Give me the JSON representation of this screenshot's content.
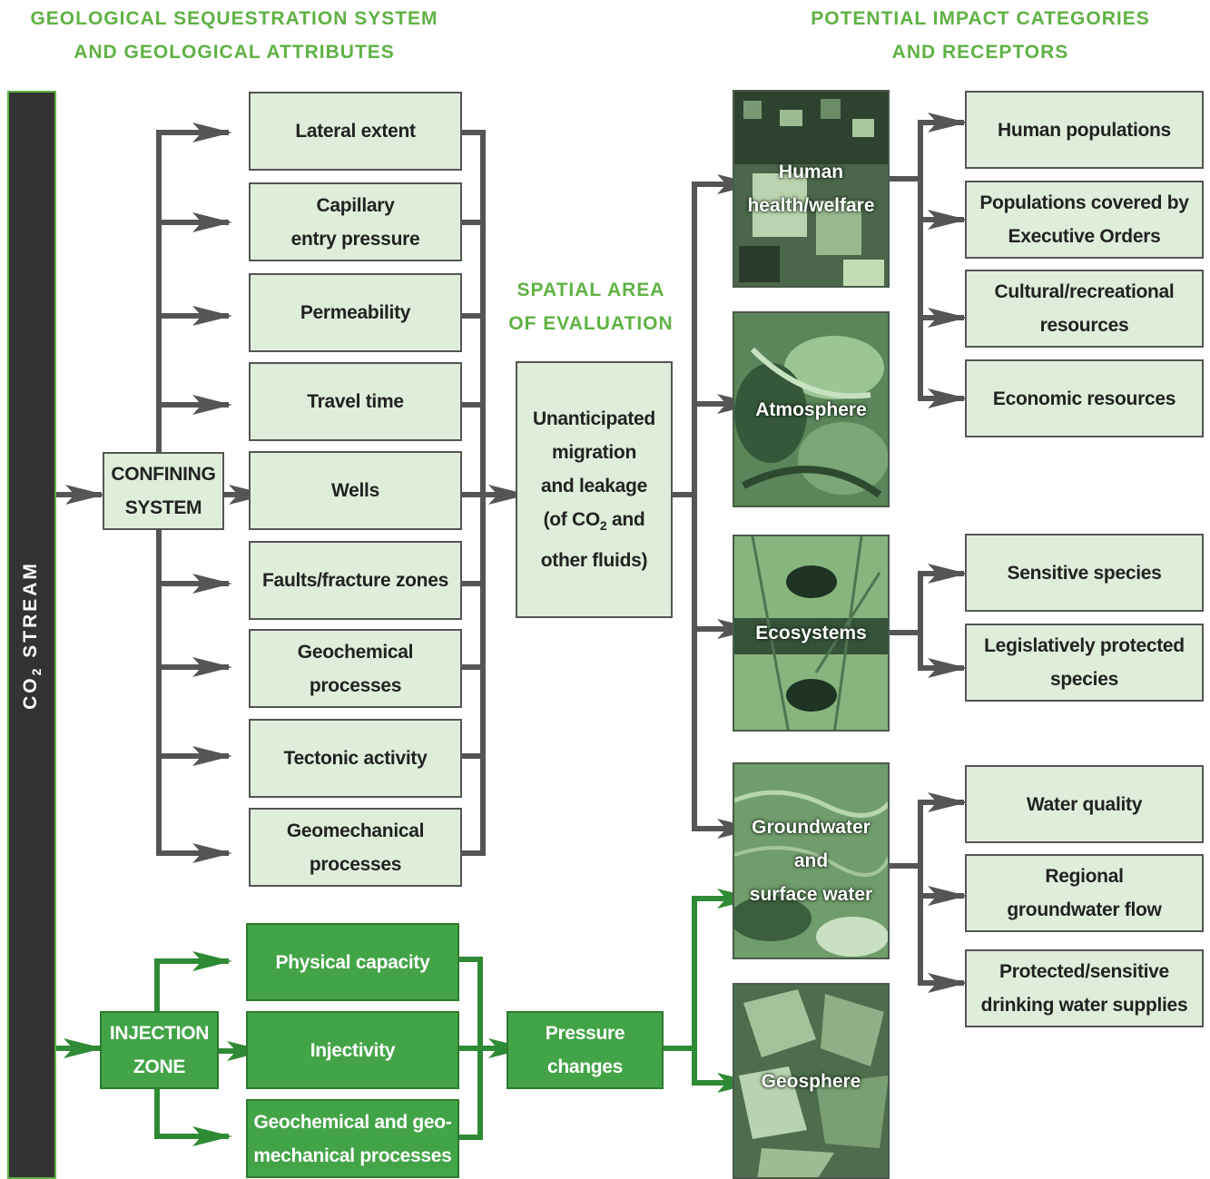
{
  "headers": {
    "left_line1": "GEOLOGICAL SEQUESTRATION SYSTEM",
    "left_line2": "AND GEOLOGICAL ATTRIBUTES",
    "right_line1": "POTENTIAL IMPACT CATEGORIES",
    "right_line2": "AND RECEPTORS",
    "middle_line1": "SPATIAL AREA",
    "middle_line2": "OF EVALUATION"
  },
  "co2_stream": {
    "prefix": "CO",
    "subscript": "2",
    "suffix": " STREAM"
  },
  "confining_system": {
    "line1": "CONFINING",
    "line2": "SYSTEM"
  },
  "injection_zone": {
    "line1": "INJECTION",
    "line2": "ZONE"
  },
  "confining_attributes": [
    {
      "line1": "Lateral extent",
      "line2": ""
    },
    {
      "line1": "Capillary",
      "line2": "entry pressure"
    },
    {
      "line1": "Permeability",
      "line2": ""
    },
    {
      "line1": "Travel time",
      "line2": ""
    },
    {
      "line1": "Wells",
      "line2": ""
    },
    {
      "line1": "Faults/fracture zones",
      "line2": ""
    },
    {
      "line1": "Geochemical",
      "line2": "processes"
    },
    {
      "line1": "Tectonic activity",
      "line2": ""
    },
    {
      "line1": "Geomechanical",
      "line2": "processes"
    }
  ],
  "injection_attributes": [
    {
      "line1": "Physical capacity",
      "line2": ""
    },
    {
      "line1": "Injectivity",
      "line2": ""
    },
    {
      "line1": "Geochemical and geo-",
      "line2": "mechanical processes"
    }
  ],
  "migration_box": {
    "line1": "Unanticipated",
    "line2": "migration",
    "line3": "and leakage",
    "line4_prefix": "(of CO",
    "line4_sub": "2",
    "line4_suffix": " and",
    "line5": "other fluids)"
  },
  "pressure_box": {
    "line1": "Pressure",
    "line2": "changes"
  },
  "impact_categories": [
    {
      "line1": "Human",
      "line2": "health/welfare",
      "line3": "",
      "texture": "pixel-mosaic"
    },
    {
      "line1": "Atmosphere",
      "line2": "",
      "line3": "",
      "texture": "satellite-swirl"
    },
    {
      "line1": "Ecosystems",
      "line2": "",
      "line3": "",
      "texture": "loon-bird"
    },
    {
      "line1": "Groundwater",
      "line2": "and",
      "line3": "surface water",
      "texture": "water-ripple"
    },
    {
      "line1": "Geosphere",
      "line2": "",
      "line3": "",
      "texture": "rock-fragments"
    }
  ],
  "receptors": [
    {
      "line1": "Human populations",
      "line2": ""
    },
    {
      "line1": "Populations covered by",
      "line2": "Executive Orders"
    },
    {
      "line1": "Cultural/recreational",
      "line2": "resources"
    },
    {
      "line1": "Economic resources",
      "line2": ""
    },
    {
      "line1": "Sensitive species",
      "line2": ""
    },
    {
      "line1": "Legislatively protected",
      "line2": "species"
    },
    {
      "line1": "Water quality",
      "line2": ""
    },
    {
      "line1": "Regional",
      "line2": "groundwater flow"
    },
    {
      "line1": "Protected/sensitive",
      "line2": "drinking water supplies"
    }
  ],
  "colors": {
    "header_green": "#5fb244",
    "box_fill": "#dfeedb",
    "green_box_fill": "#43a447",
    "gray_connector": "#555555",
    "green_connector": "#2f8a35",
    "co2_bar": "#333333"
  }
}
